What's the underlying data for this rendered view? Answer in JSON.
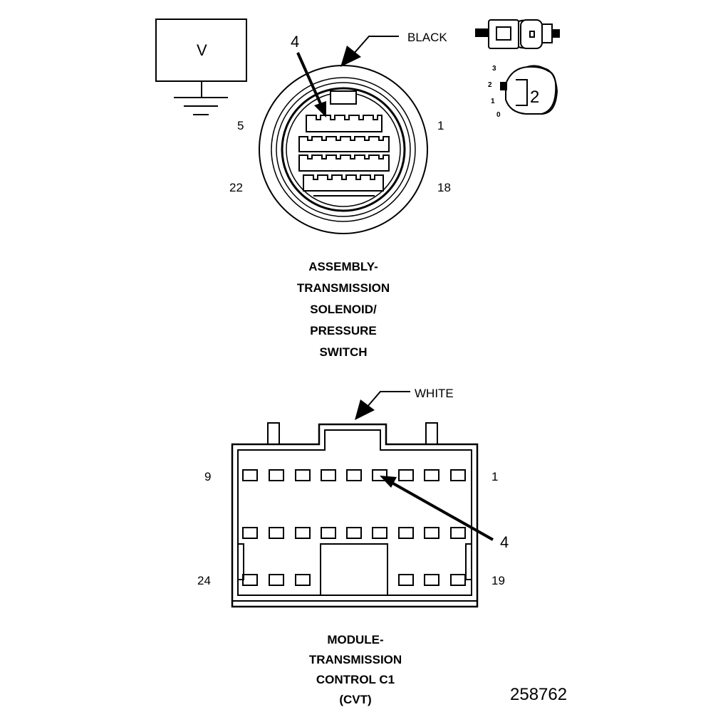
{
  "meter": {
    "label": "V"
  },
  "connector1": {
    "color_label": "BLACK",
    "callout": "4",
    "pin_labels": {
      "top_left": "5",
      "top_right": "1",
      "bottom_left": "22",
      "bottom_right": "18"
    },
    "title_lines": [
      "ASSEMBLY-",
      "TRANSMISSION",
      "SOLENOID/",
      "PRESSURE",
      "SWITCH"
    ]
  },
  "probe_tip": {
    "number": "2",
    "scale": [
      "3",
      "2",
      "1",
      "0"
    ]
  },
  "connector2": {
    "color_label": "WHITE",
    "callout": "4",
    "pin_labels": {
      "top_left": "9",
      "top_right": "1",
      "bottom_left": "24",
      "bottom_right": "19"
    },
    "title_lines": [
      "MODULE-",
      "TRANSMISSION",
      "CONTROL C1",
      "(CVT)"
    ]
  },
  "figure_id": "258762"
}
